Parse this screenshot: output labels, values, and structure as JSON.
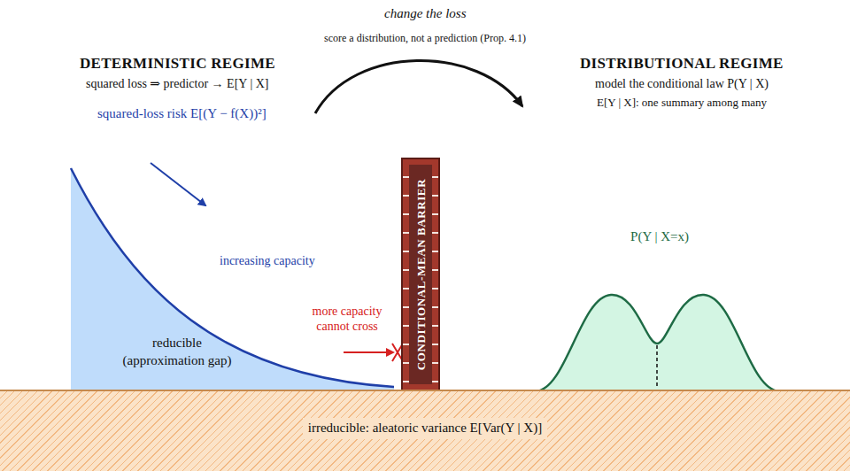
{
  "diagram": {
    "nodes": [
      {
        "text": [
          "reducible (approximation gap)"
        ]
      },
      {
        "text": [
          "CONDITIONAL-MEAN BARRIER"
        ]
      },
      {
        "text": [
          "irreducible: aleatoric variance E[Var(Y | X)]"
        ]
      },
      {
        "text": [
          "P(Y | X=x)"
        ]
      }
    ],
    "labels": [
      "change the loss",
      "score a distribution, not a prediction (Prop. 4.1)",
      "DETERMINISTIC REGIME",
      "squared loss ⇒ predictor → E[Y | X]",
      "squared-loss risk E[(Y − f(X))²]",
      "increasing capacity",
      "more capacity cannot cross",
      "DISTRIBUTIONAL REGIME",
      "model the conditional law P(Y | X)",
      "E[Y | X]: one summary among many"
    ]
  }
}
